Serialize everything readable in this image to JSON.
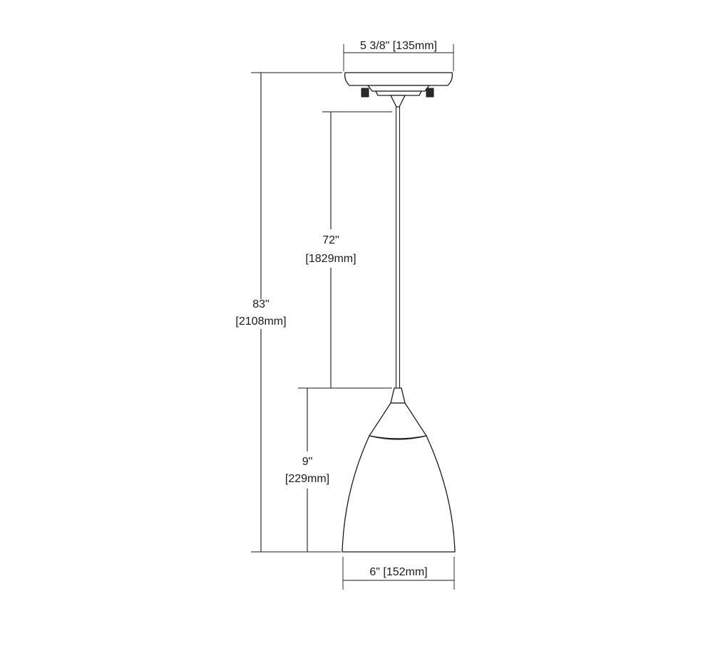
{
  "dimensions": {
    "canopy_width": "5 3/8\" [135mm]",
    "shade_width": "6\" [152mm]",
    "overall_height": {
      "imperial": "83\"",
      "metric": "[2108mm]"
    },
    "cord_length": {
      "imperial": "72\"",
      "metric": "[1829mm]"
    },
    "shade_height": {
      "imperial": "9\"",
      "metric": "[229mm]"
    }
  },
  "colors": {
    "line": "#1a1a1a",
    "background": "#ffffff"
  }
}
